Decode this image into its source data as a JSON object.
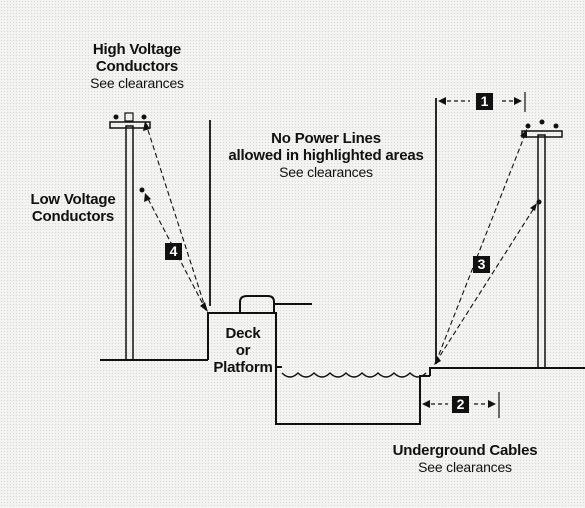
{
  "labels": {
    "high_voltage_line1": "High Voltage",
    "high_voltage_line2": "Conductors",
    "high_voltage_sub": "See clearances",
    "low_voltage_line1": "Low Voltage",
    "low_voltage_line2": "Conductors",
    "no_power_line1": "No Power Lines",
    "no_power_line2": "allowed in highlighted areas",
    "no_power_sub": "See clearances",
    "deck_line1": "Deck",
    "deck_line2": "or",
    "deck_line3": "Platform",
    "underground_line1": "Underground Cables",
    "underground_sub": "See clearances"
  },
  "badges": {
    "one": "1",
    "two": "2",
    "three": "3",
    "four": "4"
  }
}
